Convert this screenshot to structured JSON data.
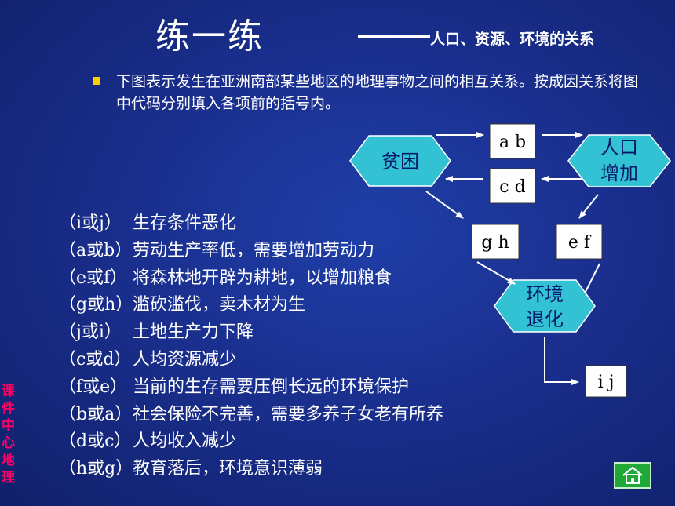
{
  "slide": {
    "title": "练一练",
    "subtitle": "人口、资源、环境的关系",
    "instruction": "下图表示发生在亚洲南部某些地区的地理事物之间的相互关系。按成因关系将图中代码分别填入各项前的括号内。"
  },
  "diagram": {
    "nodes": {
      "poverty": "贫困",
      "population_line1": "人口",
      "population_line2": "增加",
      "environment_line1": "环境",
      "environment_line2": "退化"
    },
    "boxes": {
      "ab": "a b",
      "cd": "c d",
      "gh": "g h",
      "ef": "e f",
      "ij": "i j"
    }
  },
  "answers": [
    {
      "code": "（i或j）",
      "text": "生存条件恶化"
    },
    {
      "code": "（a或b）",
      "text": "劳动生产率低，需要增加劳动力"
    },
    {
      "code": "（e或f）",
      "text": "将森林地开辟为耕地，以增加粮食"
    },
    {
      "code": "（g或h）",
      "text": "滥砍滥伐，卖木材为生"
    },
    {
      "code": "（j或i）",
      "text": "土地生产力下降"
    },
    {
      "code": "（c或d）",
      "text": "人均资源减少"
    },
    {
      "code": "（f或e）",
      "text": "当前的生存需要压倒长远的环境保护"
    },
    {
      "code": "（b或a）",
      "text": "社会保险不完善，需要多养子女老有所养"
    },
    {
      "code": "（d或c）",
      "text": "人均收入减少"
    },
    {
      "code": "（h或g）",
      "text": "教育落后，环境意识薄弱"
    }
  ],
  "side_label": "课件中心地理",
  "colors": {
    "hexagon_fill": "#33c2d4",
    "bullet": "#ffcc00",
    "side_label": "#ff0066",
    "home_button": "#1fa838"
  },
  "icons": {
    "home": "home-icon"
  }
}
